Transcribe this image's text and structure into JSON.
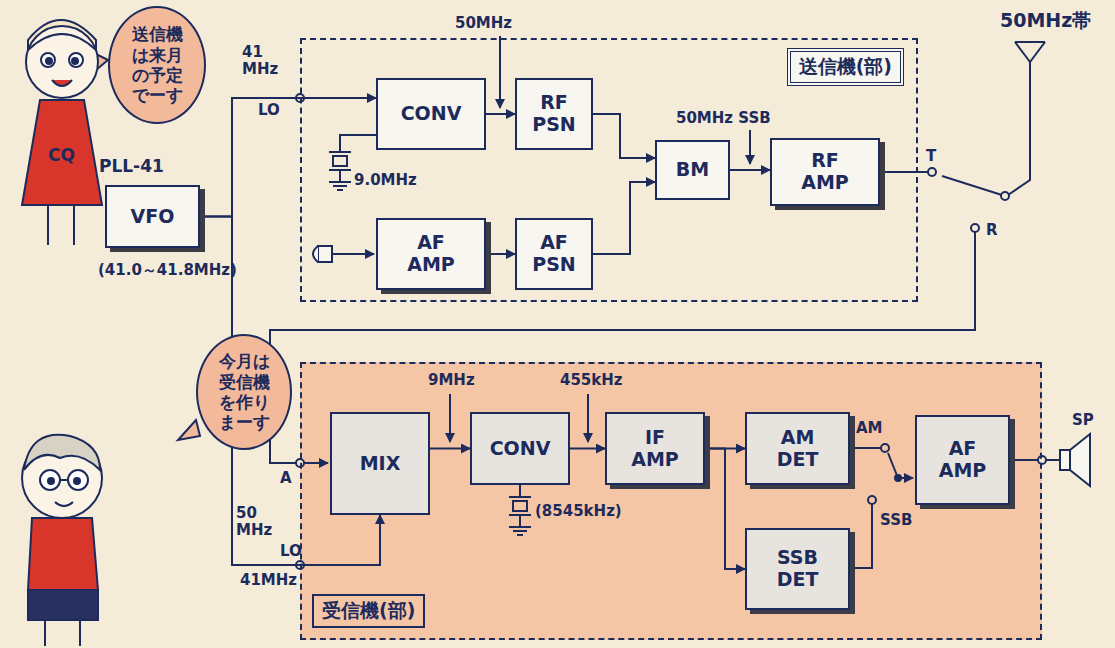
{
  "diagram": {
    "nodes": [
      {
        "text": [
          "送信機は来月の予定でーす"
        ]
      },
      {
        "text": [
          "送信機(部)"
        ]
      },
      {
        "text": [
          "CONV"
        ],
        "in": 1
      },
      {
        "text": [
          "RF PSN"
        ],
        "in": 1
      },
      {
        "text": [
          "BM"
        ],
        "in": 1
      },
      {
        "text": [
          "RF AMP"
        ],
        "in": 1
      },
      {
        "text": [
          "AF AMP"
        ],
        "in": 1
      },
      {
        "text": [
          "AF PSN"
        ],
        "in": 1
      },
      {
        "text": [
          "PLL-41",
          "VFO"
        ]
      },
      {
        "text": [
          "今月は受信機を作りまーす"
        ]
      },
      {
        "text": [
          "受信機(部)"
        ]
      },
      {
        "text": [
          "MIX"
        ],
        "in": 10
      },
      {
        "text": [
          "CONV"
        ],
        "in": 10
      },
      {
        "text": [
          "IF AMP"
        ],
        "in": 10
      },
      {
        "text": [
          "AM DET"
        ],
        "in": 10
      },
      {
        "text": [
          "SSB DET"
        ],
        "in": 10
      },
      {
        "text": [
          "AF AMP"
        ],
        "in": 10
      }
    ],
    "edges": [
      {
        "from": 2,
        "to": 3,
        "arrow": "to"
      },
      {
        "from": 3,
        "to": 4,
        "arrow": "to"
      },
      {
        "from": 6,
        "to": 7,
        "arrow": "to"
      },
      {
        "from": 7,
        "to": 4,
        "arrow": "to"
      },
      {
        "from": 4,
        "to": 5,
        "arrow": "to"
      },
      {
        "from": 8,
        "to": 2,
        "arrow": "to"
      },
      {
        "from": 8,
        "to": 11,
        "arrow": "to"
      },
      {
        "from": 11,
        "to": 12,
        "arrow": "to"
      },
      {
        "from": 12,
        "to": 13,
        "arrow": "to"
      },
      {
        "from": 13,
        "to": 14,
        "arrow": "to"
      },
      {
        "from": 13,
        "to": 15,
        "arrow": "to"
      }
    ],
    "labels": [
      "41 MHz",
      "LO",
      "50MHz",
      "9.0MHz",
      "50MHz SSB",
      "(41.0～41.8MHz)",
      "A",
      "50 MHz",
      "LO",
      "41MHz",
      "9MHz",
      "455kHz",
      "(8545kHz)",
      "AM",
      "SSB",
      "SP",
      "50MHz帯",
      "T",
      "R",
      "CQ"
    ]
  }
}
